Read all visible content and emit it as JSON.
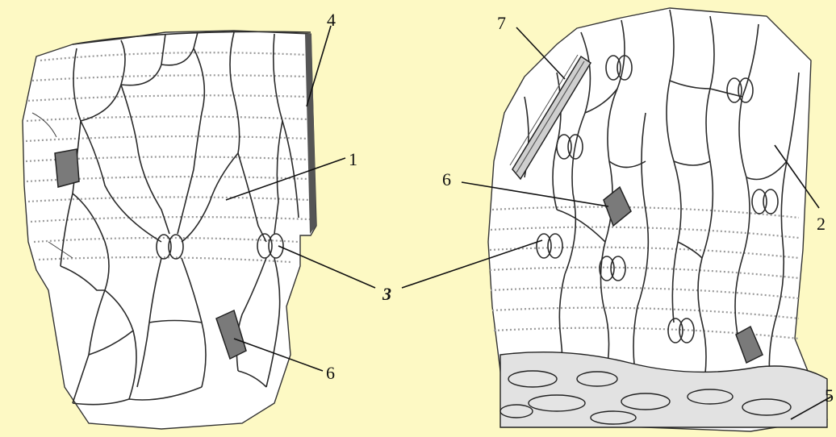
{
  "labels": {
    "l1": "1",
    "l2": "2",
    "l3": "3",
    "l4": "4",
    "l5": "5",
    "l6a": "6",
    "l6b": "6",
    "l7": "7"
  },
  "colors": {
    "background": "#fdf9c4",
    "tissue": "#ffffff",
    "walls": "#2a2a2a"
  }
}
